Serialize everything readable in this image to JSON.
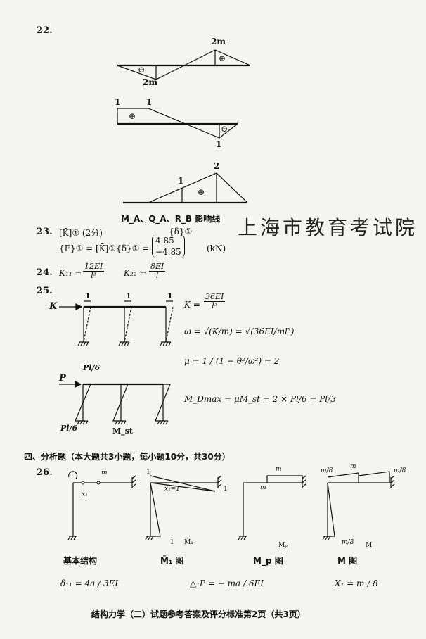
{
  "q22": {
    "number": "22.",
    "d1_top_label": "2m",
    "d1_bottom_label": "2m",
    "d1_sign_left": "⊖",
    "d1_sign_right": "⊕",
    "d2_label_left1": "1",
    "d2_label_left2": "1",
    "d2_label_bottom": "1",
    "d2_sign_left": "⊕",
    "d2_sign_right": "⊖",
    "d3_label_mid": "1",
    "d3_label_peak": "2",
    "d3_sign": "⊕",
    "caption": "M_A、Q_A、R_B 影响线"
  },
  "watermark": "上海市教育考试院",
  "q23": {
    "number": "23.",
    "line1": "[K̄]①   (2分)",
    "delta_label": "{δ}①",
    "line2": "{F}① = [K̄]①{δ}① =",
    "vector": [
      "4.85",
      "−4.85"
    ],
    "unit": "(kN)"
  },
  "q24": {
    "number": "24.",
    "k11": "K₁₁ =",
    "k11_num": "12EI",
    "k11_den": "l³",
    "k22": "K₂₂ =",
    "k22_num": "8EI",
    "k22_den": "l"
  },
  "q25": {
    "number": "25.",
    "load_K": "K",
    "disp_labels": [
      "1",
      "1",
      "1"
    ],
    "K_eq": "K =",
    "K_num": "36EI",
    "K_den": "l³",
    "omega_eq": "ω = √(K/m) = √(36EI/ml³)",
    "mu_eq": "μ = 1 / (1 − θ²/ω²) = 2",
    "mdmax_eq": "M_Dmax = μM_st = 2 × Pl/6 = Pl/3",
    "load_P": "P",
    "pl6_top": "Pl/6",
    "pl6_bottom": "Pl/6",
    "m_st": "M_st"
  },
  "section4": {
    "heading": "四、分析题（本大题共3小题，每小题10分，共30分）"
  },
  "q26": {
    "number": "26.",
    "captions": [
      "基本结构",
      "M̄₁ 图",
      "M_p 图",
      "M 图"
    ],
    "delta11": "δ₁₁ = 4a / 3EI",
    "delta1p": "△₁P = − ma / 6EI",
    "x1": "X₁ = m / 8",
    "labels": {
      "m": "m",
      "x1": "x₁",
      "x1_eq": "x₁=1",
      "one": "1",
      "M1": "M̄₁",
      "Mp": "Mₚ",
      "M": "M",
      "m8": "m/8"
    }
  },
  "footer": "结构力学（二）试题参考答案及评分标准第2页（共3页）"
}
